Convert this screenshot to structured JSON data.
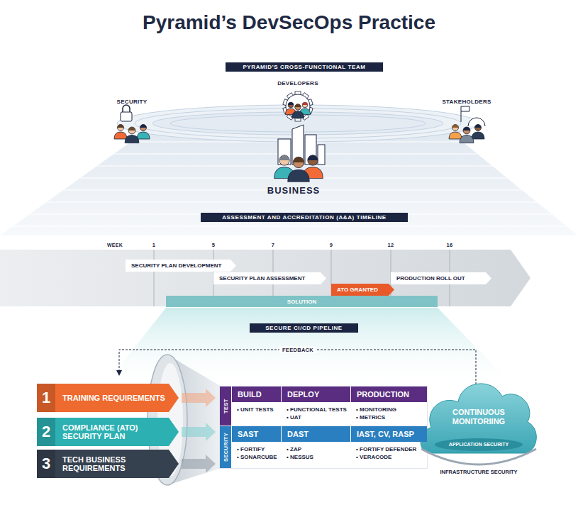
{
  "diagram": {
    "title": "Pyramid’s DevSecOps Practice",
    "nodes": [
      {
        "text": [
          "PYRAMID’S CROSS-FUNCTIONAL TEAM"
        ]
      },
      {
        "text": [
          "ASSESSMENT AND ACCREDITATION (A&A) TIMELINE"
        ]
      },
      {
        "text": [
          "SECURITY PLAN DEVELOPMENT"
        ]
      },
      {
        "text": [
          "SECURITY PLAN ASSESSMENT"
        ]
      },
      {
        "text": [
          "ATO GRANTED"
        ]
      },
      {
        "text": [
          "PRODUCTION ROLL OUT"
        ]
      },
      {
        "text": [
          "SOLUTION"
        ]
      },
      {
        "text": [
          "SECURE CI/CD PIPELINE"
        ]
      },
      {
        "text": [
          "1",
          "TRAINING REQUIREMENTS"
        ]
      },
      {
        "text": [
          "2",
          "COMPLIANCE (ATO) SECURITY PLAN"
        ]
      },
      {
        "text": [
          "3",
          "TECH BUSINESS REQUIREMENTS"
        ]
      },
      {
        "text": [
          "TEST"
        ]
      },
      {
        "text": [
          "BUILD",
          "• UNIT TESTS"
        ],
        "in": 11
      },
      {
        "text": [
          "DEPLOY",
          "• FUNCTIONAL TESTS",
          "• UAT"
        ],
        "in": 11
      },
      {
        "text": [
          "PRODUCTION",
          "• MONITORING",
          "• METRICS"
        ],
        "in": 11
      },
      {
        "text": [
          "SECURITY"
        ]
      },
      {
        "text": [
          "SAST",
          "• FORTIFY",
          "• SONARCUBE"
        ],
        "in": 15
      },
      {
        "text": [
          "DAST",
          "• ZAP",
          "• NESSUS"
        ],
        "in": 15
      },
      {
        "text": [
          "IAST, CV, RASP",
          "• FORTIFY DEFENDER",
          "• VERACODE"
        ],
        "in": 15
      },
      {
        "text": [
          "CONTINUOUS MONITORIING",
          "APPLICATION SECURITY",
          "INFRASTRUCTURE SECURITY"
        ]
      }
    ],
    "labels": [
      "WEEK",
      "1",
      "5",
      "7",
      "9",
      "12",
      "16",
      "SECURITY",
      "DEVELOPERS",
      "STAKEHOLDERS",
      "BUSINESS",
      "FEEDBACK"
    ]
  }
}
